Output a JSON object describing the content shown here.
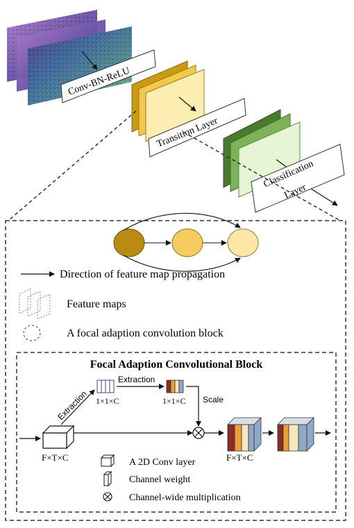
{
  "network": {
    "conv_label": "Conv-BN-ReLU",
    "transition_label": "Transition Layer",
    "classification_label_1": "Classification",
    "classification_label_2": "Layer"
  },
  "legend": {
    "arrow_text": "Direction of feature map propagation",
    "maps_text": "Feature maps",
    "block_text": "A focal adaption convolution block"
  },
  "fac_block": {
    "title": "Focal Adaption Convolutional Block",
    "extraction_1": "Extraction",
    "extraction_2": "Extraction",
    "vec_dim_1": "1×1×C",
    "vec_dim_2": "1×1×C",
    "scale": "Scale",
    "input_dim": "F×T×C",
    "output_dim": "F×T×C",
    "multiply_symbol": "⊗",
    "legend_conv": "A 2D Conv layer",
    "legend_weight": "Channel weight",
    "legend_mult": "Channel-wide multiplication"
  },
  "colors": {
    "orange_dark": "#c99a12",
    "orange_mid": "#f2c94c",
    "orange_light": "#fbeeb0",
    "green_dark": "#4a7a2e",
    "green_mid": "#7cb35a",
    "green_light": "#e6f5d6",
    "dash_blue": "#223366",
    "node_dark": "#b98b12",
    "node_mid": "#f5cc60",
    "node_light": "#fde7a6",
    "spec_purple": "#6f4a9a",
    "spec_blue": "#355e94",
    "weight_red": "#8e2b22",
    "weight_orange": "#e9a13b",
    "weight_cream": "#f4e6c0",
    "weight_blue": "#8ea8c8"
  }
}
